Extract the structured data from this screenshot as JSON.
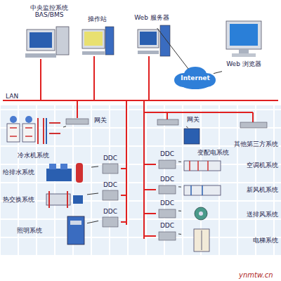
{
  "diagram": {
    "nodes": [
      {
        "text": [
          "中央监控系统 BAS/BMS"
        ]
      },
      {
        "text": [
          "操作站"
        ]
      },
      {
        "text": [
          "Web 服务器"
        ]
      },
      {
        "text": [
          "Web 浏览器"
        ]
      },
      {
        "text": [
          "Internet"
        ]
      },
      {
        "text": [
          "网关"
        ]
      },
      {
        "text": [
          "冷水机系统"
        ]
      },
      {
        "text": [
          "网关"
        ]
      },
      {
        "text": [
          "变配电系统"
        ]
      },
      {
        "text": [
          "其他第三方系统"
        ]
      },
      {
        "text": [
          "给排水系统"
        ]
      },
      {
        "text": [
          "热交换系统"
        ]
      },
      {
        "text": [
          "照明系统"
        ]
      },
      {
        "text": [
          "DDC"
        ]
      },
      {
        "text": [
          "DDC"
        ]
      },
      {
        "text": [
          "DDC"
        ]
      },
      {
        "text": [
          "DDC"
        ]
      },
      {
        "text": [
          "DDC"
        ]
      },
      {
        "text": [
          "DDC"
        ]
      },
      {
        "text": [
          "DDC"
        ]
      },
      {
        "text": [
          "空调机系统"
        ]
      },
      {
        "text": [
          "新风机系统"
        ]
      },
      {
        "text": [
          "送排风系统"
        ]
      },
      {
        "text": [
          "电梯系统"
        ]
      }
    ],
    "edges": [
      {
        "from": 2,
        "to": 4,
        "arrow": "none"
      },
      {
        "from": 4,
        "to": 3,
        "arrow": "none"
      },
      {
        "from": 5,
        "to": 6,
        "arrow": "none"
      },
      {
        "from": 7,
        "to": 8,
        "arrow": "none"
      },
      {
        "from": 13,
        "to": 10,
        "arrow": "none"
      },
      {
        "from": 14,
        "to": 11,
        "arrow": "none"
      },
      {
        "from": 15,
        "to": 12,
        "arrow": "none"
      },
      {
        "from": 16,
        "to": 20,
        "arrow": "none"
      },
      {
        "from": 17,
        "to": 21,
        "arrow": "none"
      },
      {
        "from": 18,
        "to": 22,
        "arrow": "none"
      },
      {
        "from": 19,
        "to": 23,
        "arrow": "none"
      }
    ],
    "labels": [
      "LAN",
      "ynmtw.cn"
    ]
  }
}
